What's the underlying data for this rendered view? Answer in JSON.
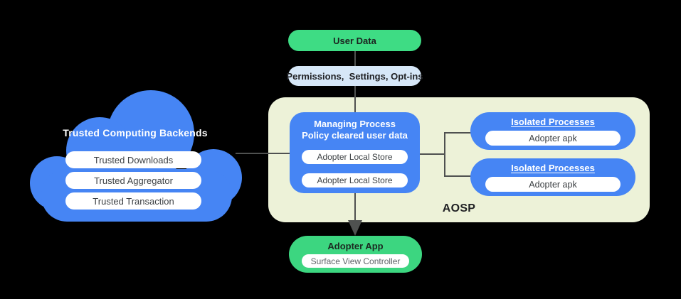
{
  "colors": {
    "background": "#000000",
    "blue": "#4685f4",
    "green_user_data": "#3edc84",
    "green_adopter_app": "#3cd680",
    "light_blue": "#d6e7f8",
    "aosp_background": "#edf2d8",
    "connector_gray": "#4f5150",
    "pill_text_gray": "#3c4043",
    "dark_text": "#202124",
    "white": "#ffffff"
  },
  "flow": {
    "user_data_label": "User Data",
    "permissions_label": "Permissions,  Settings, Opt-ins"
  },
  "cloud": {
    "title": "Trusted Computing Backends",
    "items": [
      "Trusted Downloads",
      "Trusted Aggregator",
      "Trusted Transaction"
    ]
  },
  "aosp": {
    "label": "AOSP",
    "managing_process": {
      "title_line1": "Managing Process",
      "title_line2": "Policy cleared user data",
      "stores": [
        "Adopter Local Store",
        "Adopter Local Store"
      ]
    },
    "isolated_processes": [
      {
        "title": "Isolated Processes",
        "item": "Adopter apk"
      },
      {
        "title": "Isolated Processes",
        "item": "Adopter apk"
      }
    ]
  },
  "adopter_app": {
    "title": "Adopter App",
    "item": "Surface View Controller"
  }
}
